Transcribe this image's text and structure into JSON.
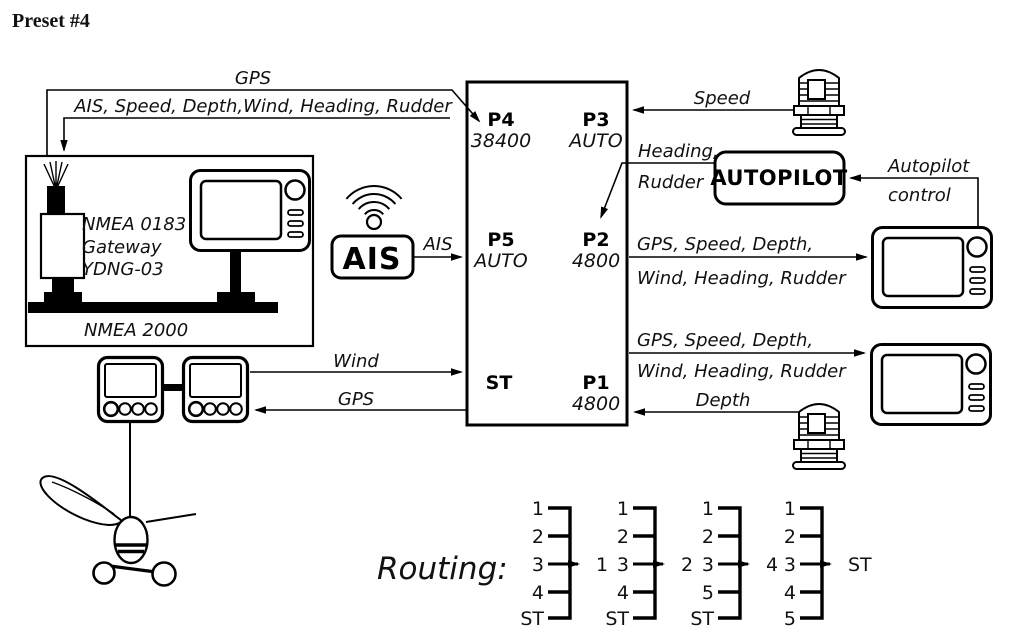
{
  "colors": {
    "ink": "#000000",
    "background": "#ffffff"
  },
  "title": "Preset #4",
  "gateway": {
    "name_line1": "NMEA 0183",
    "name_line2": "Gateway",
    "name_line3": "YDNG-03",
    "bus_label": "NMEA 2000"
  },
  "ais": {
    "device_label": "AIS",
    "flow_label": "AIS"
  },
  "hub": {
    "ports": {
      "p4": {
        "name": "P4",
        "speed": "38400"
      },
      "p3": {
        "name": "P3",
        "speed": "AUTO"
      },
      "p5": {
        "name": "P5",
        "speed": "AUTO"
      },
      "p2": {
        "name": "P2",
        "speed": "4800"
      },
      "st": {
        "name": "ST"
      },
      "p1": {
        "name": "P1",
        "speed": "4800"
      }
    }
  },
  "autopilot": {
    "label": "AUTOPILOT"
  },
  "flows": {
    "gps_to_p4": "GPS",
    "p4_to_gateway": "AIS, Speed, Depth,Wind, Heading, Rudder",
    "speed_to_p3": "Speed",
    "p2_to_autopilot_line1": "Heading,",
    "p2_to_autopilot_line2": "Rudder",
    "autopilot_control_line1": "Autopilot",
    "autopilot_control_line2": "control",
    "p2_to_chartplotter_line1": "GPS, Speed, Depth,",
    "p2_to_chartplotter_line2": "Wind, Heading, Rudder",
    "p1_to_chartplotter_line1": "GPS, Speed, Depth,",
    "p1_to_chartplotter_line2": "Wind, Heading, Rudder",
    "depth_to_p1": "Depth",
    "wind_to_st": "Wind",
    "st_to_displays": "GPS"
  },
  "routing": {
    "title": "Routing:",
    "groups": [
      {
        "inputs": [
          "1",
          "2",
          "3",
          "4",
          "ST"
        ],
        "output": "1"
      },
      {
        "inputs": [
          "1",
          "2",
          "3",
          "4",
          "ST"
        ],
        "output": "2"
      },
      {
        "inputs": [
          "1",
          "2",
          "3",
          "5",
          "ST"
        ],
        "output": "4"
      },
      {
        "inputs": [
          "1",
          "2",
          "3",
          "4",
          "5"
        ],
        "output": "ST"
      }
    ]
  },
  "icons": {
    "wifi": "wifi-icon",
    "speed_sensor": "transducer-icon",
    "depth_sensor": "transducer-icon",
    "chartplotter": "chartplotter-icon",
    "instrument_display": "instrument-display-icon",
    "wind_vane": "wind-vane-icon"
  }
}
